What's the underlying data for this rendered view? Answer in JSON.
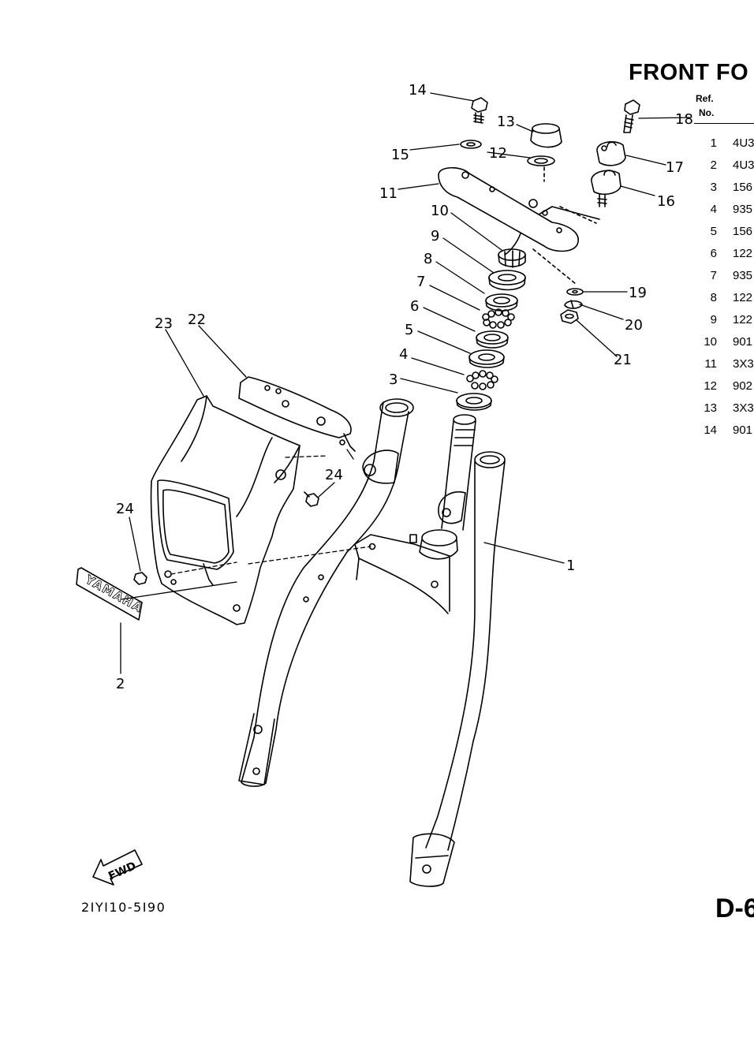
{
  "header": {
    "title": "FRONT FO",
    "col_ref": "Ref.",
    "col_no": "No."
  },
  "parts_rows": [
    {
      "no": "1",
      "code": "4U3"
    },
    {
      "no": "2",
      "code": "4U3"
    },
    {
      "no": "3",
      "code": "156"
    },
    {
      "no": "4",
      "code": "935"
    },
    {
      "no": "5",
      "code": "156"
    },
    {
      "no": "6",
      "code": "122"
    },
    {
      "no": "7",
      "code": "935"
    },
    {
      "no": "8",
      "code": "122"
    },
    {
      "no": "9",
      "code": "122"
    },
    {
      "no": "10",
      "code": "901"
    },
    {
      "no": "11",
      "code": "3X3"
    },
    {
      "no": "12",
      "code": "902"
    },
    {
      "no": "13",
      "code": "3X3"
    },
    {
      "no": "14",
      "code": "901"
    }
  ],
  "callouts": {
    "c1": "1",
    "c2": "2",
    "c3": "3",
    "c4": "4",
    "c5": "5",
    "c6": "6",
    "c7": "7",
    "c8": "8",
    "c9": "9",
    "c10": "10",
    "c11": "11",
    "c12": "12",
    "c13": "13",
    "c14": "14",
    "c15": "15",
    "c16": "16",
    "c17": "17",
    "c18": "18",
    "c19": "19",
    "c20": "20",
    "c21": "21",
    "c22": "22",
    "c23": "23",
    "c24a": "24",
    "c24b": "24"
  },
  "emblem_text": "YAMAHA",
  "fwd_label": "FWD",
  "diagram_code": "2IYI10-5I90",
  "page_number": "D-6"
}
